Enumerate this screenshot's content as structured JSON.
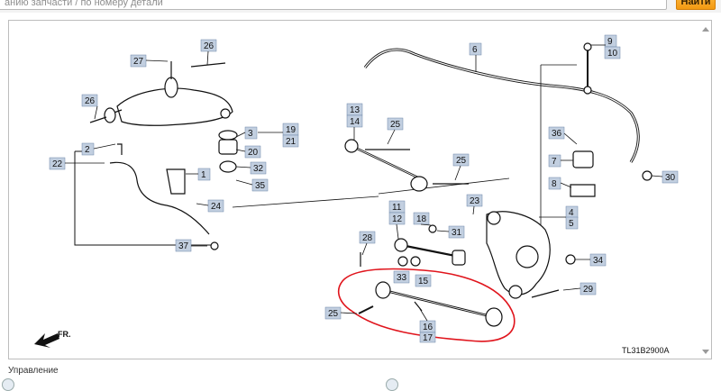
{
  "search": {
    "placeholder": "анию запчасти / по номеру детали",
    "button_label": "Найти"
  },
  "section": {
    "label": "Управление"
  },
  "diagram": {
    "code": "TL31B2900A",
    "direction_label": "FR.",
    "callouts": [
      "26",
      "27",
      "26",
      "2",
      "22",
      "1",
      "24",
      "37",
      "3",
      "19",
      "20",
      "21",
      "32",
      "35",
      "6",
      "9",
      "10",
      "13",
      "14",
      "25",
      "25",
      "23",
      "11",
      "12",
      "18",
      "31",
      "28",
      "33",
      "15",
      "4",
      "5",
      "34",
      "36",
      "7",
      "8",
      "30",
      "29",
      "25",
      "16",
      "17"
    ],
    "highlight_color": "#e0141c",
    "callout_fill": "#c2cfe0"
  }
}
